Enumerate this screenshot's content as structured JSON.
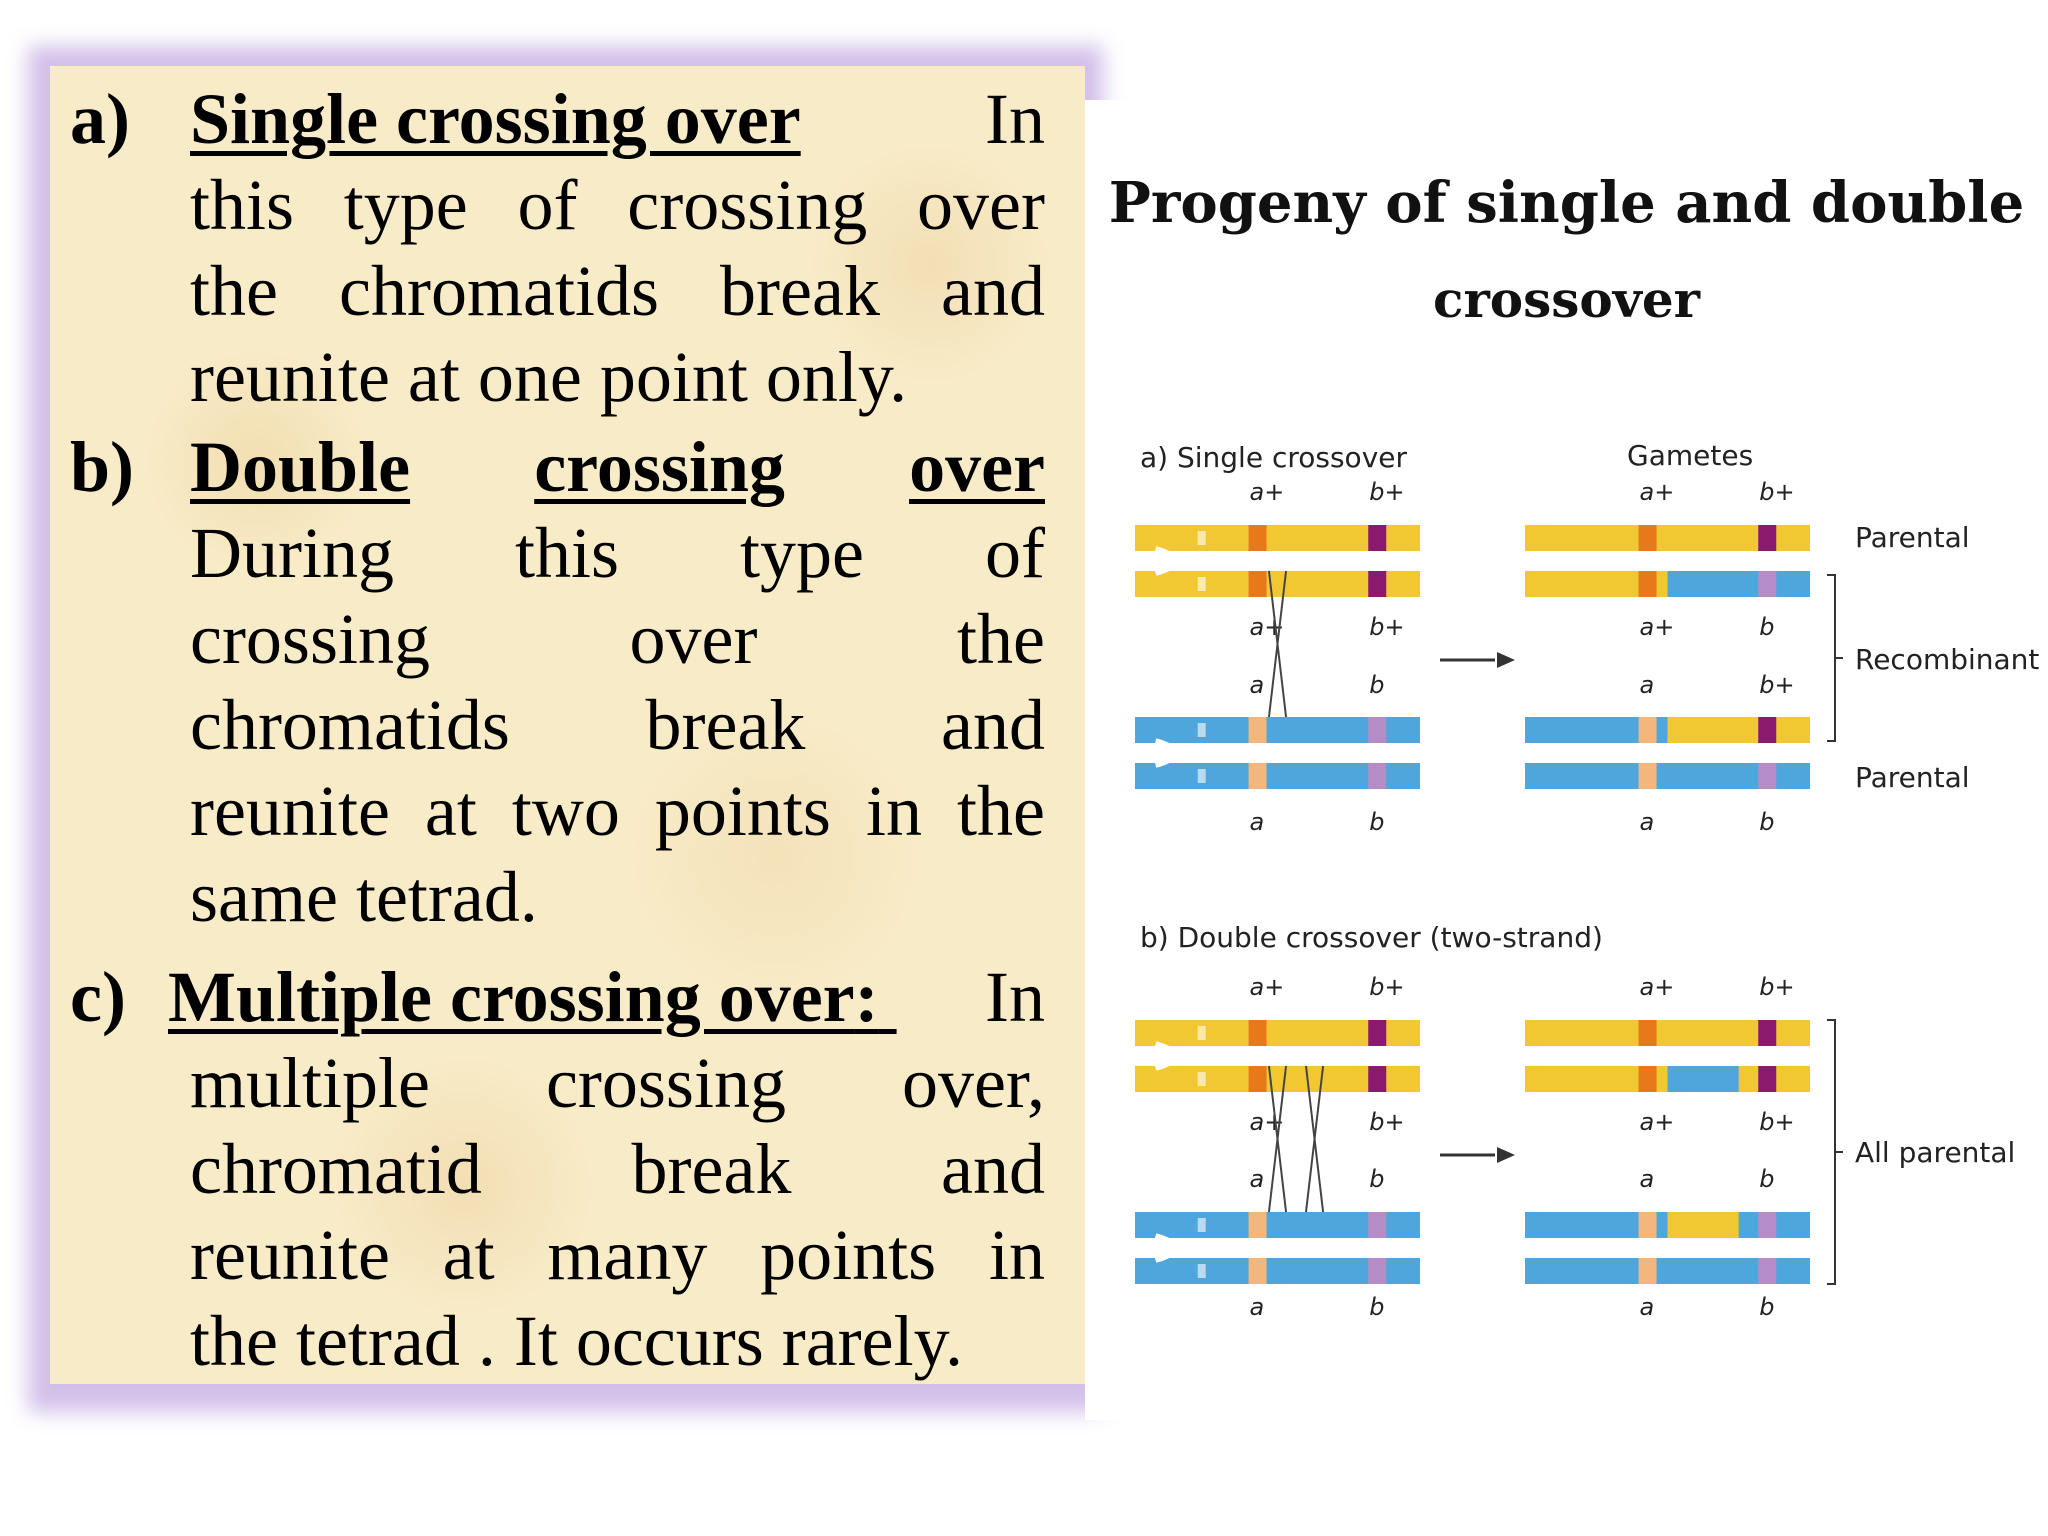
{
  "slide": {
    "items": [
      {
        "marker": "a)",
        "heading": "Single crossing over",
        "lines": [
          [
            "In"
          ],
          [
            "this",
            "type",
            "of",
            "crossing",
            "over"
          ],
          [
            "the",
            "chromatids",
            "break",
            "and"
          ],
          [
            "reunite at one point only."
          ]
        ]
      },
      {
        "marker": "b)",
        "heading": "Double crossing over",
        "lines": [
          [
            "During",
            "this",
            "type",
            "of"
          ],
          [
            "crossing",
            "over",
            "the"
          ],
          [
            "chromatids",
            "break",
            "and"
          ],
          [
            "reunite",
            "at",
            "two",
            "points",
            "in",
            "the"
          ],
          [
            "same tetrad."
          ]
        ]
      },
      {
        "marker": "c)",
        "heading": "Multiple crossing over",
        "heading_suffix": ":",
        "lines": [
          [
            "In"
          ],
          [
            "multiple",
            "crossing",
            "over,"
          ],
          [
            "chromatid",
            "break",
            "and"
          ],
          [
            "reunite",
            "at",
            "many",
            "points",
            "in"
          ],
          [
            "the tetrad . It occurs rarely."
          ]
        ]
      }
    ]
  },
  "diagram": {
    "title_line1": "Progeny of single and double",
    "title_line2": "crossover",
    "section_a_label": "a) Single crossover",
    "section_b_label": "b) Double crossover (two-strand)",
    "gametes_label": "Gametes",
    "allele_a_plus": "a+",
    "allele_b_plus": "b+",
    "allele_a": "a",
    "allele_b": "b",
    "label_parental": "Parental",
    "label_recombinant": "Recombinant",
    "label_all_parental": "All parental",
    "colors": {
      "yellow": "#f2c832",
      "blue": "#4fa6dc",
      "orange": "#e8791a",
      "purple": "#8a1a6e",
      "peach": "#f3b67d",
      "lilac": "#b58cc6",
      "panel_bg": "#f8ecc8",
      "panel_border": "#cdb8e6"
    }
  }
}
